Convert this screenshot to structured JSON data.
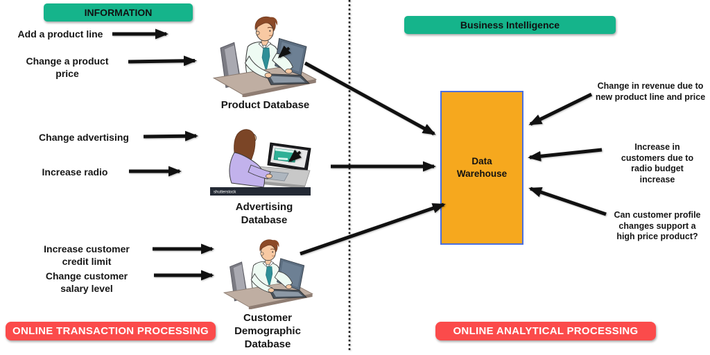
{
  "banners": {
    "information": "INFORMATION",
    "business_intelligence": "Business Intelligence",
    "oltp": "ONLINE TRANSACTION PROCESSING",
    "olap": "ONLINE ANALYTICAL PROCESSING"
  },
  "left_inputs": [
    "Add a product line",
    "Change a product price",
    "Change advertising",
    "Increase radio",
    "Increase customer credit limit",
    "Change customer salary level"
  ],
  "databases": [
    "Product Database",
    "Advertising Database",
    "Customer Demographic Database"
  ],
  "warehouse": {
    "label": "Data Warehouse"
  },
  "right_questions": [
    "Change in revenue due to new product line and price",
    "Increase in customers due to radio budget increase",
    "Can customer profile changes support a high price product?"
  ],
  "watermark": "shutterstock",
  "colors": {
    "banner_green": "#15b48b",
    "banner_red": "#fb4b4b",
    "warehouse_fill": "#f6a81e",
    "warehouse_border": "#4b6fe0",
    "arrow": "#111111"
  }
}
